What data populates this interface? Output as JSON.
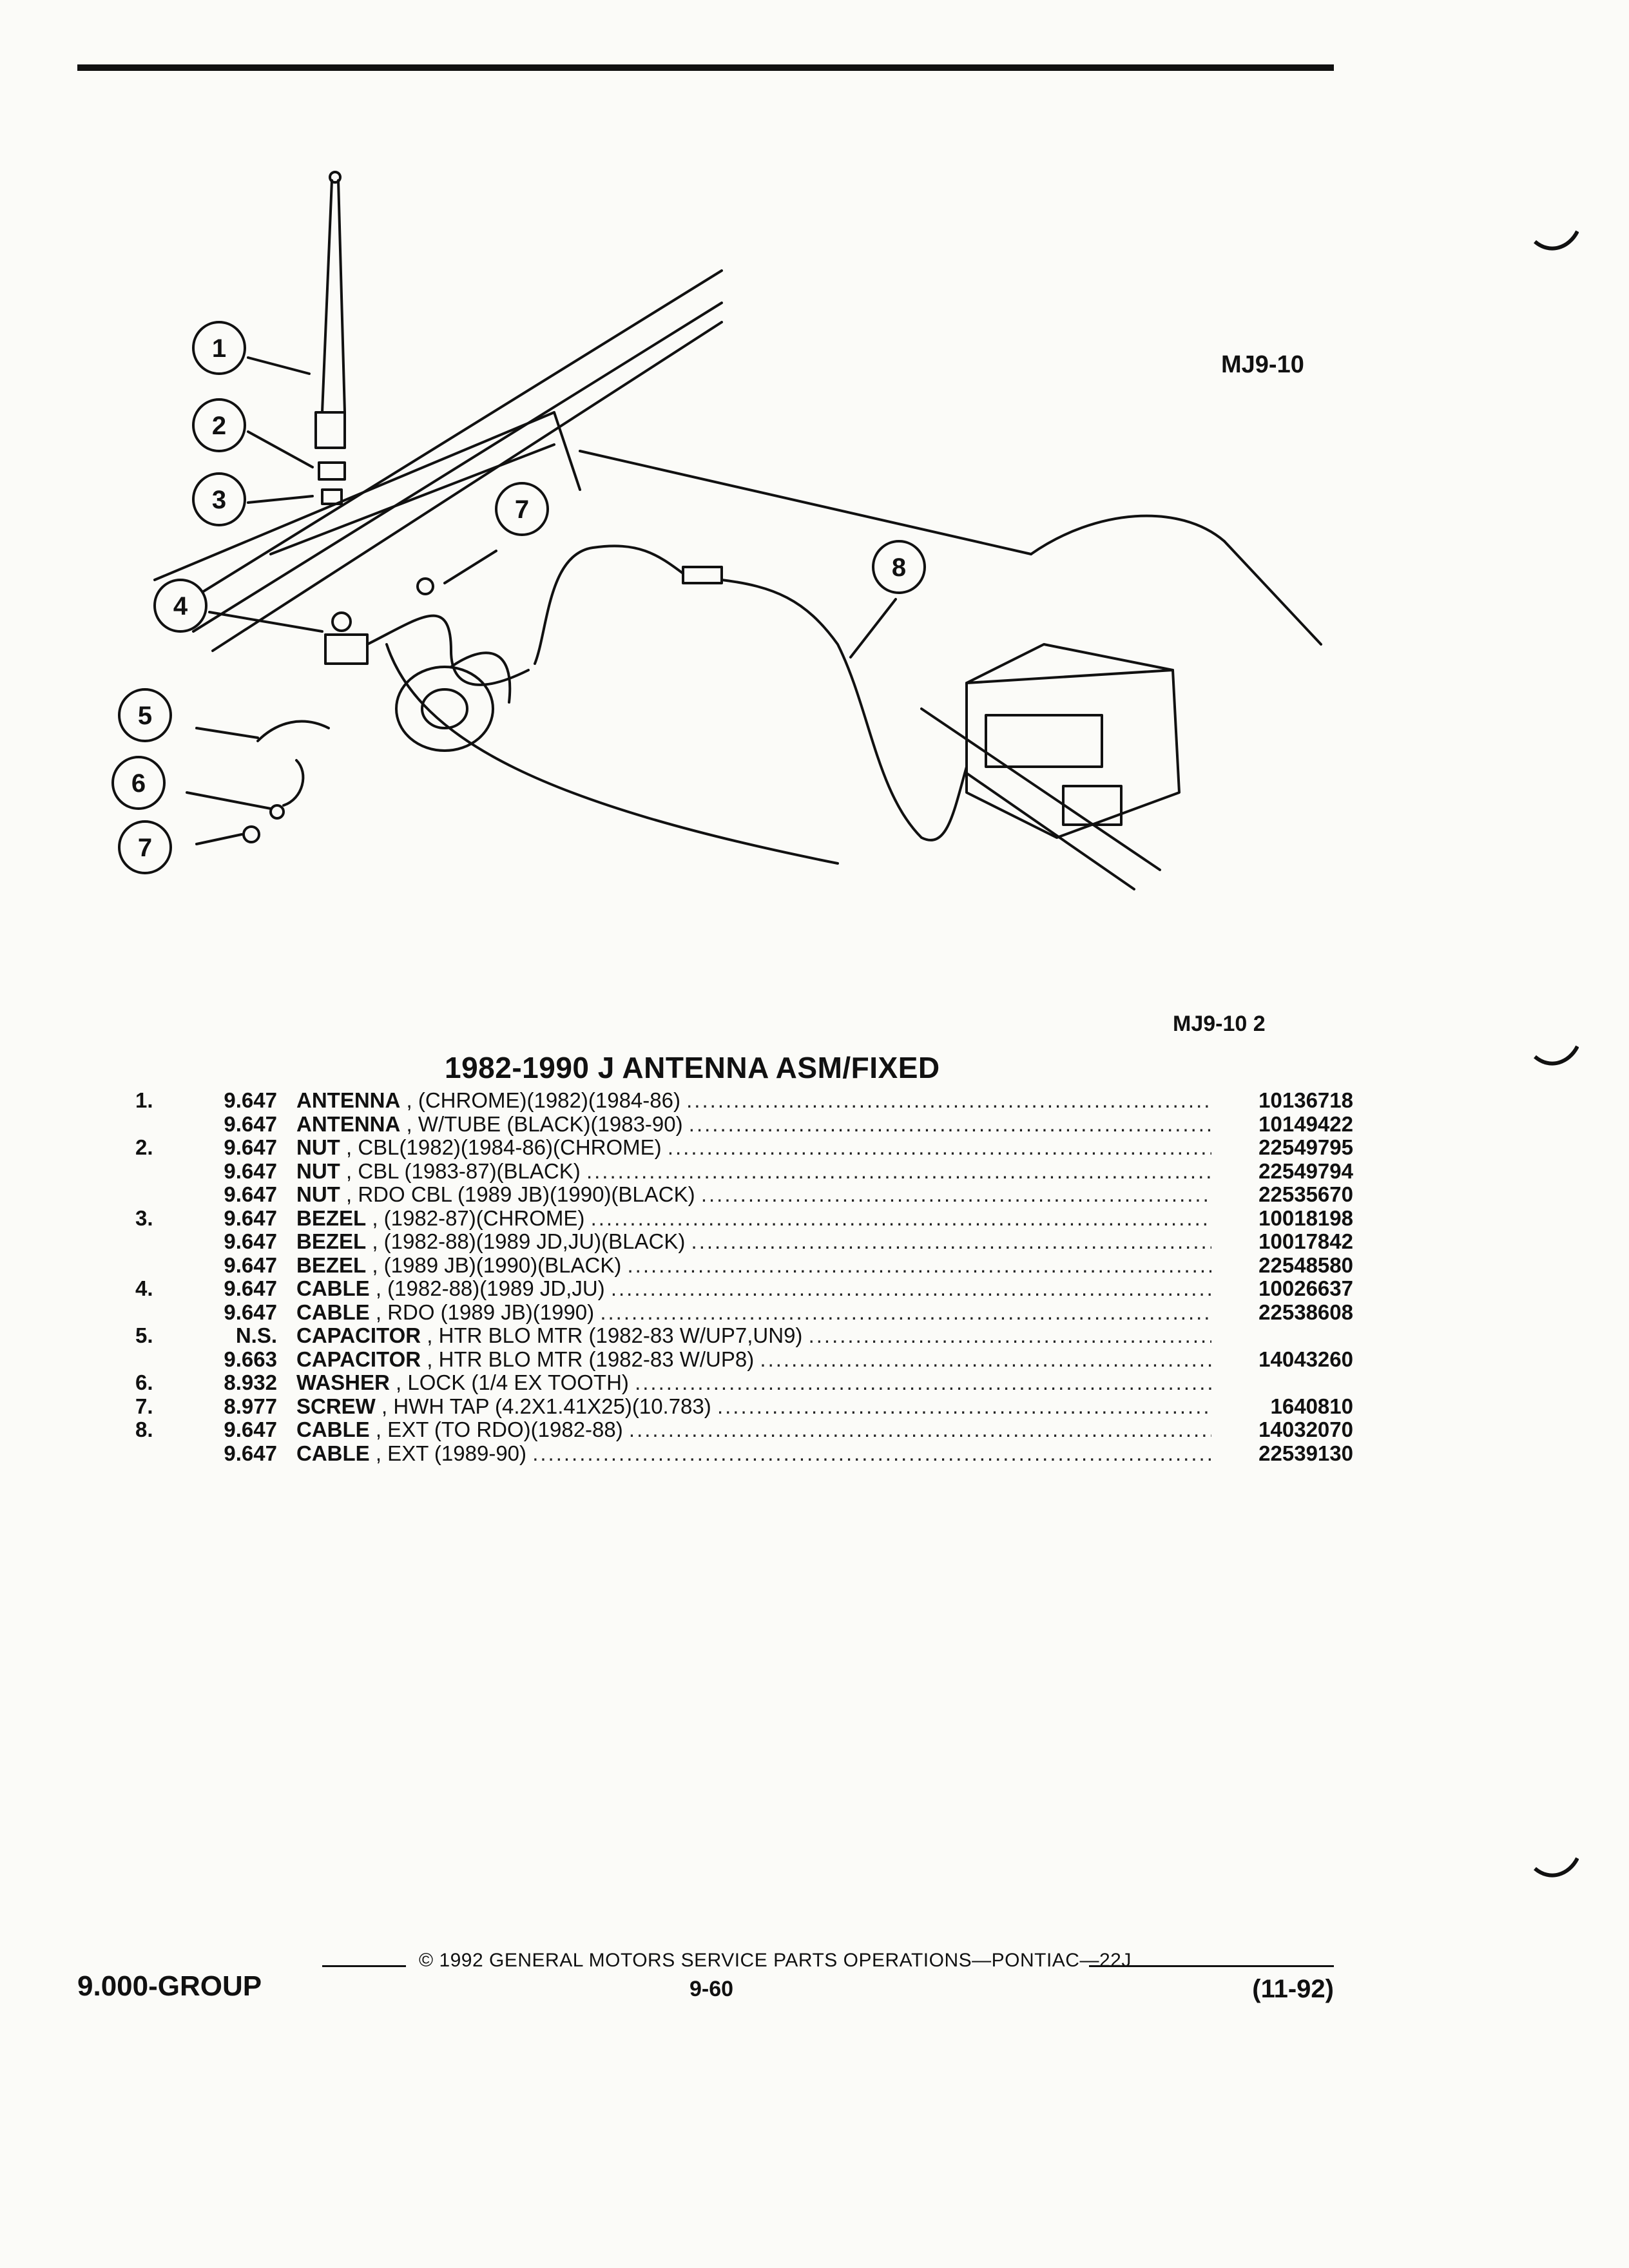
{
  "diagram": {
    "code": "MJ9-10",
    "figure_ref": "MJ9-10 2",
    "callouts": [
      "1",
      "2",
      "3",
      "7",
      "4",
      "5",
      "6",
      "7",
      "8"
    ]
  },
  "title": "1982-1990 J ANTENNA ASM/FIXED",
  "parts": [
    {
      "num": "1.",
      "code": "9.647",
      "name": "ANTENNA",
      "detail": ", (CHROME)(1982)(1984-86)",
      "part": "10136718"
    },
    {
      "num": "",
      "code": "9.647",
      "name": "ANTENNA",
      "detail": ", W/TUBE (BLACK)(1983-90)",
      "part": "10149422"
    },
    {
      "num": "2.",
      "code": "9.647",
      "name": "NUT",
      "detail": ", CBL(1982)(1984-86)(CHROME)",
      "part": "22549795"
    },
    {
      "num": "",
      "code": "9.647",
      "name": "NUT",
      "detail": ", CBL (1983-87)(BLACK)",
      "part": "22549794"
    },
    {
      "num": "",
      "code": "9.647",
      "name": "NUT",
      "detail": ", RDO CBL (1989 JB)(1990)(BLACK)",
      "part": "22535670"
    },
    {
      "num": "3.",
      "code": "9.647",
      "name": "BEZEL",
      "detail": ", (1982-87)(CHROME)",
      "part": "10018198"
    },
    {
      "num": "",
      "code": "9.647",
      "name": "BEZEL",
      "detail": ", (1982-88)(1989 JD,JU)(BLACK)",
      "part": "10017842"
    },
    {
      "num": "",
      "code": "9.647",
      "name": "BEZEL",
      "detail": ", (1989 JB)(1990)(BLACK)",
      "part": "22548580"
    },
    {
      "num": "4.",
      "code": "9.647",
      "name": "CABLE",
      "detail": ", (1982-88)(1989 JD,JU)",
      "part": "10026637"
    },
    {
      "num": "",
      "code": "9.647",
      "name": "CABLE",
      "detail": ", RDO (1989 JB)(1990)",
      "part": "22538608"
    },
    {
      "num": "5.",
      "code": "N.S.",
      "name": "CAPACITOR",
      "detail": ", HTR BLO MTR (1982-83 W/UP7,UN9)",
      "part": ""
    },
    {
      "num": "",
      "code": "9.663",
      "name": "CAPACITOR",
      "detail": ", HTR BLO MTR (1982-83 W/UP8)",
      "part": "14043260"
    },
    {
      "num": "6.",
      "code": "8.932",
      "name": "WASHER",
      "detail": ", LOCK (1/4 EX TOOTH)",
      "part": ""
    },
    {
      "num": "7.",
      "code": "8.977",
      "name": "SCREW",
      "detail": ", HWH TAP (4.2X1.41X25)(10.783)",
      "part": "1640810"
    },
    {
      "num": "8.",
      "code": "9.647",
      "name": "CABLE",
      "detail": ", EXT (TO RDO)(1982-88)",
      "part": "14032070"
    },
    {
      "num": "",
      "code": "9.647",
      "name": "CABLE",
      "detail": ", EXT (1989-90)",
      "part": "22539130"
    }
  ],
  "footer": {
    "copyright": "© 1992 GENERAL MOTORS SERVICE PARTS OPERATIONS—PONTIAC—22J",
    "group": "9.000-GROUP",
    "page": "9-60",
    "date": "(11-92)"
  }
}
